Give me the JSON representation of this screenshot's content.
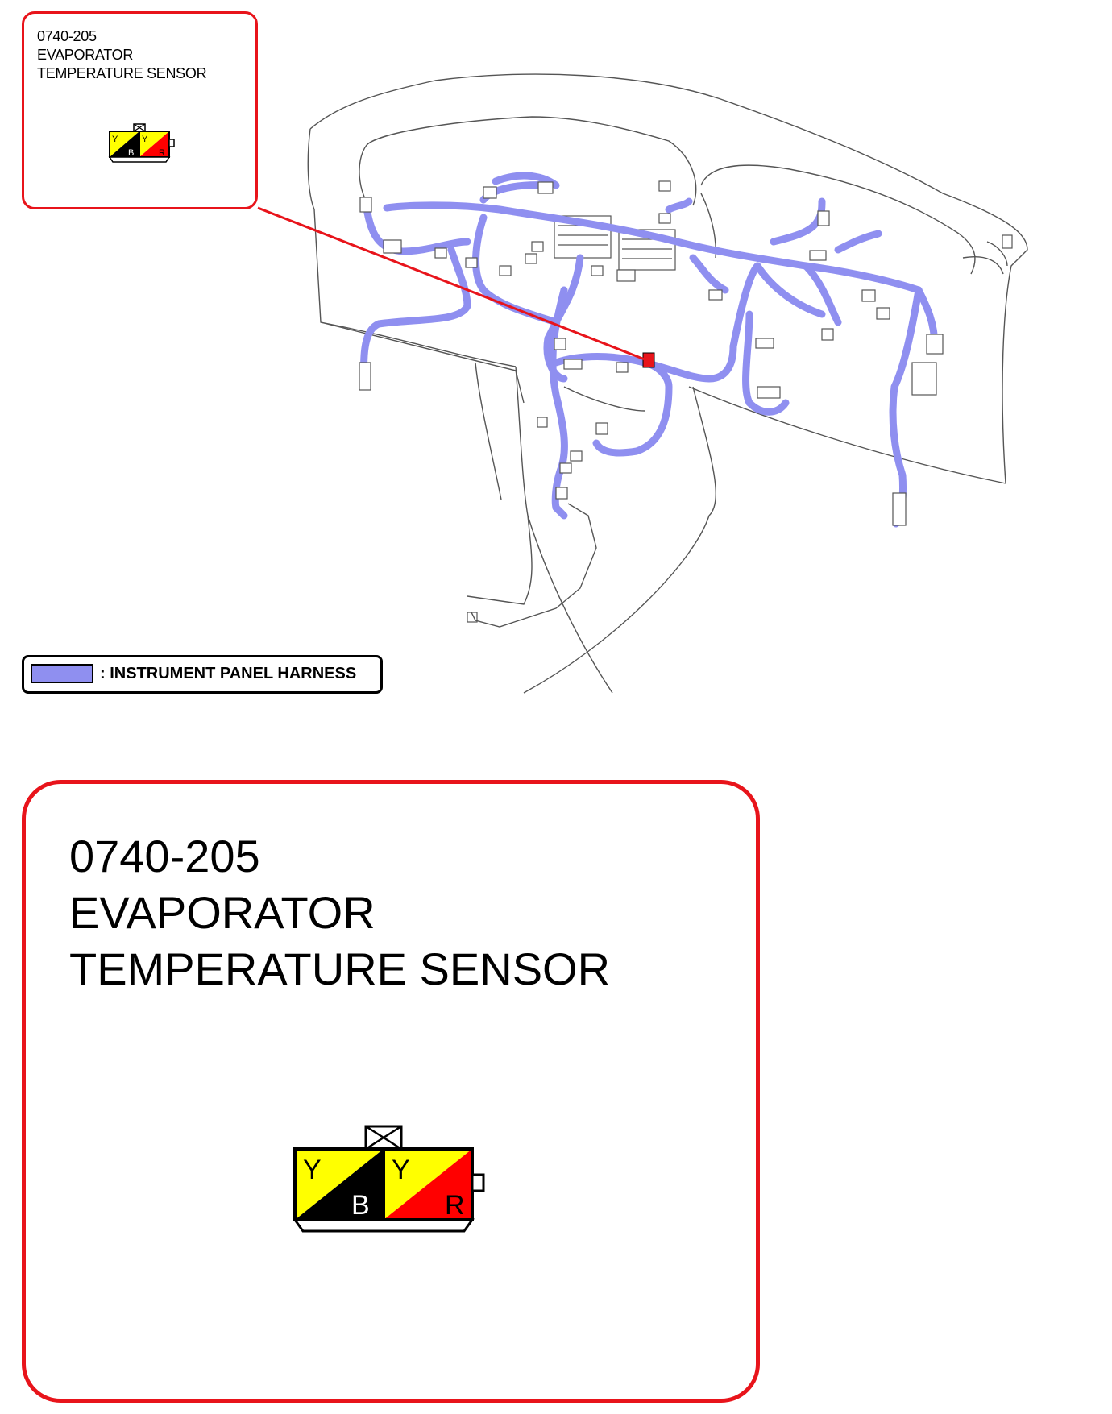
{
  "callout": {
    "code": "0740-205",
    "name_line1": "EVAPORATOR",
    "name_line2": "TEMPERATURE SENSOR"
  },
  "connector": {
    "pins": [
      {
        "wire_top": "Y",
        "wire_bottom": "B",
        "color_top": "#ffff00",
        "color_bottom": "#000000",
        "text_top": "#000000",
        "text_bottom": "#ffffff"
      },
      {
        "wire_top": "Y",
        "wire_bottom": "R",
        "color_top": "#ffff00",
        "color_bottom": "#ff0000",
        "text_top": "#000000",
        "text_bottom": "#000000"
      }
    ]
  },
  "legend": {
    "label": ": INSTRUMENT PANEL HARNESS",
    "harness_color": "#8f8ff0"
  },
  "colors": {
    "callout_border": "#e8141b",
    "leader_line": "#e8141b",
    "highlight_connector": "#e8141b",
    "outline": "#555555"
  }
}
